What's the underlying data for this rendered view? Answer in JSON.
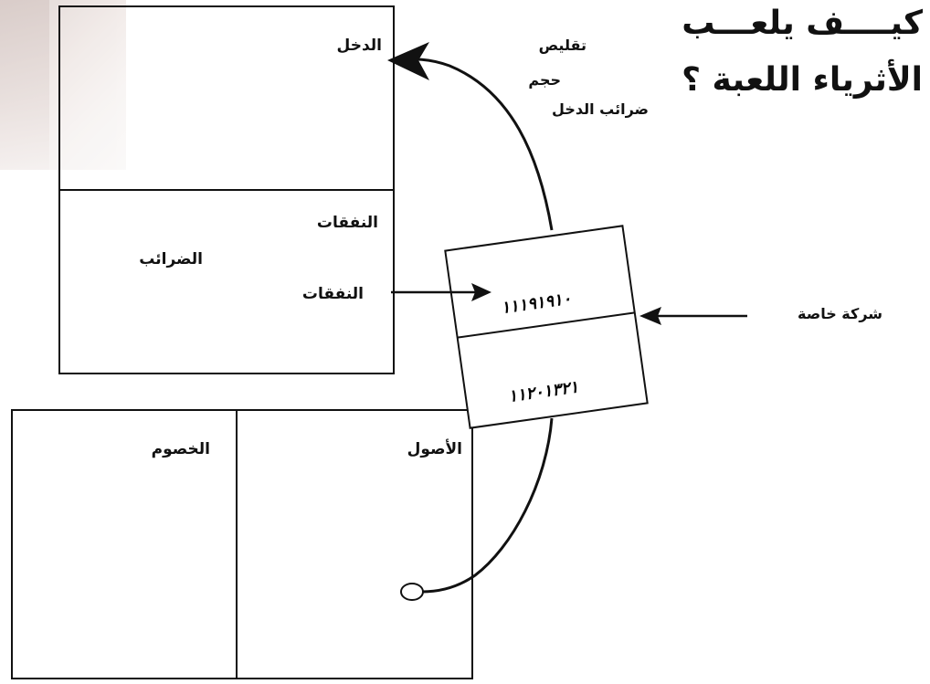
{
  "title": {
    "line1": "كيــــف يلعـــب",
    "line2": "الأثرياء اللعبة ؟"
  },
  "statement_box": {
    "income_label": "الدخل",
    "expenses_label": "النفقات",
    "taxes_label": "الضرائب",
    "expenses_label_2": "النفقات"
  },
  "balance_box": {
    "assets_label": "الأصول",
    "liabilities_label": "الخصوم"
  },
  "annotation": {
    "line1": "تقليص",
    "line2": "حجم",
    "line3": "ضرائب الدخل"
  },
  "private_company_label": "شركة خاصة",
  "company_box": {
    "top_scribble": "١١١٩١٩١٠",
    "bottom_scribble": "١١٢٠١٣٢١"
  },
  "colors": {
    "ink": "#111111",
    "background": "#ffffff"
  }
}
